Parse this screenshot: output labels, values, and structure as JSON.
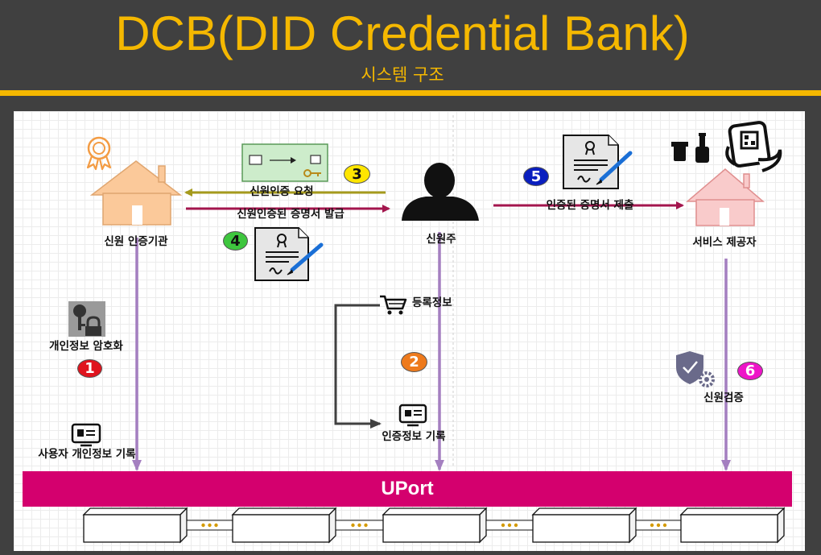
{
  "header": {
    "title": "DCB(DID Credential Bank)",
    "subtitle": "시스템 구조"
  },
  "actors": {
    "issuer": "신원 인증기관",
    "holder": "신원주",
    "verifier": "서비스 제공자"
  },
  "flows": {
    "request": "신원인증 요청",
    "issue": "신원인증된 증명서 발급",
    "submit": "인증된 증명서 제출"
  },
  "issuer_side": {
    "encrypt": "개인정보 암호화",
    "record": "사용자 개인정보 기록"
  },
  "holder_side": {
    "register": "등록정보",
    "auth_record": "인증정보 기록"
  },
  "verifier_side": {
    "verify": "신원검증"
  },
  "steps": [
    {
      "label": "1",
      "color": "#e0141e"
    },
    {
      "label": "2",
      "color": "#ee7a1c"
    },
    {
      "label": "3",
      "color": "#ffe600"
    },
    {
      "label": "4",
      "color": "#3ec63e"
    },
    {
      "label": "5",
      "color": "#0a1fbf"
    },
    {
      "label": "6",
      "color": "#ee14c8"
    }
  ],
  "uport": "UPort",
  "colors": {
    "header_bg": "#404040",
    "accent": "#f5b800",
    "uport": "#d4006e",
    "arrow_request": "#a59a1c",
    "arrow_issue": "#a3154d",
    "vertical_line": "#a47fc0",
    "house_orange": "#fbc99a",
    "house_pink": "#f9cbcb"
  }
}
